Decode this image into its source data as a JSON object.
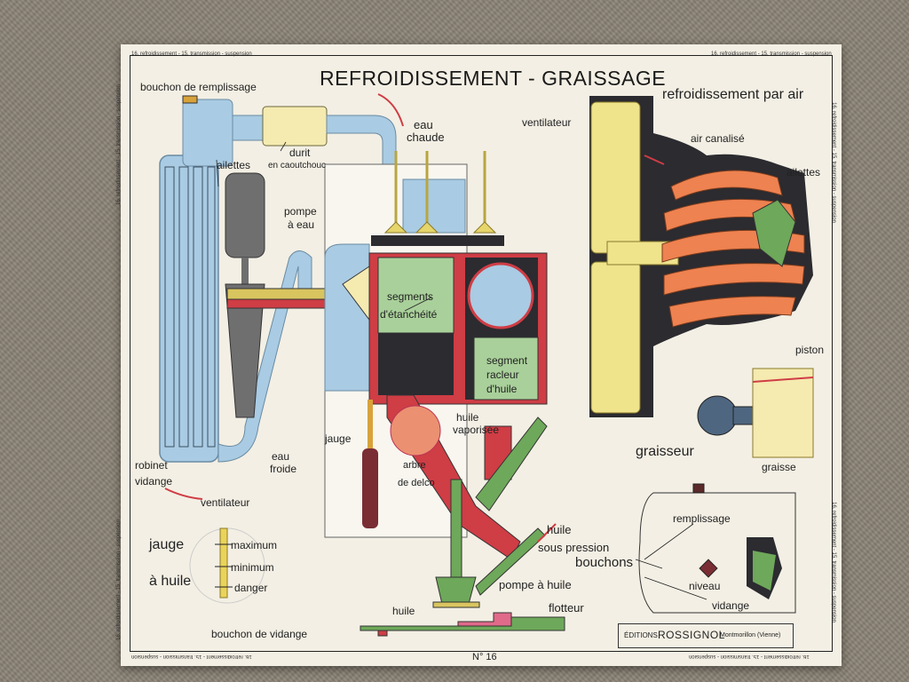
{
  "poster": {
    "title": "REFROIDISSEMENT - GRAISSAGE",
    "subtitle_air": "refroidissement par air",
    "edge_note": "16. refroidissement - 15. transmission - suspension",
    "number": "N° 16",
    "publisher_prefix": "ÉDITIONS",
    "publisher": "ROSSIGNOL",
    "publisher_place": "Montmorillon (Vienne)"
  },
  "labels": {
    "bouchon_remplissage": "bouchon de remplissage",
    "eau_chaude_1": "eau",
    "eau_chaude_2": "chaude",
    "durit_1": "durit",
    "durit_2": "en caoutchouc",
    "ailettes_left": "ailettes",
    "pompe_eau_1": "pompe",
    "pompe_eau_2": "à eau",
    "segments_1": "segments",
    "segments_2": "d'étanchéité",
    "segment_racleur_1": "segment",
    "segment_racleur_2": "racleur",
    "segment_racleur_3": "d'huile",
    "huile_vap_1": "huile",
    "huile_vap_2": "vaporisée",
    "jauge": "jauge",
    "arbre_1": "arbre",
    "arbre_2": "de delco",
    "eau_froide_1": "eau",
    "eau_froide_2": "froide",
    "robinet_1": "robinet",
    "robinet_2": "vidange",
    "ventilateur_left": "ventilateur",
    "jauge_huile_1": "jauge",
    "jauge_huile_2": "à huile",
    "maximum": "maximum",
    "minimum": "minimum",
    "danger": "danger",
    "huile_pression_1": "huile",
    "huile_pression_2": "sous pression",
    "pompe_huile": "pompe à huile",
    "flotteur": "flotteur",
    "huile_bottom": "huile",
    "bouchon_vidange": "bouchon de vidange",
    "ventilateur_right": "ventilateur",
    "air_canalise": "air canalisé",
    "ailettes_right": "ailettes",
    "piston": "piston",
    "graisseur": "graisseur",
    "graisse": "graisse",
    "remplissage": "remplissage",
    "bouchons": "bouchons",
    "niveau": "niveau",
    "vidange": "vidange"
  },
  "colors": {
    "water": "#a9cbe3",
    "oil_red": "#cf3d45",
    "engine_green": "#a9d09a",
    "dark_block": "#2b2b30",
    "fan_yellow": "#efe38c",
    "fin_orange": "#ee8250",
    "delco_salmon": "#eb9070",
    "pump_green": "#6ea85a",
    "oil_brown": "#7a2d33"
  }
}
